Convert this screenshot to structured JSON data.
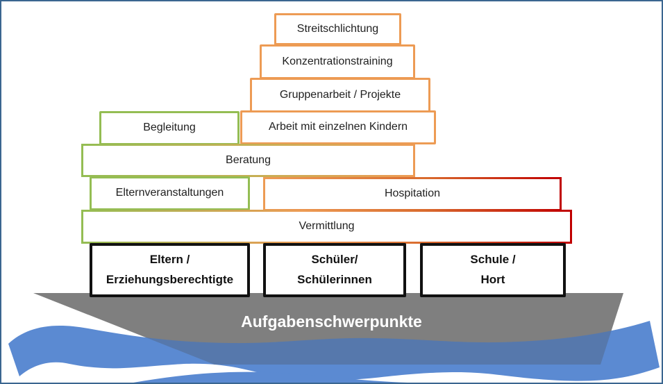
{
  "pyramid": {
    "boxes": {
      "streitschlichtung": {
        "label": "Streitschlichtung",
        "border": "orange"
      },
      "konzentrationstraining": {
        "label": "Konzentrationstraining",
        "border": "orange"
      },
      "gruppenarbeit": {
        "label": "Gruppenarbeit / Projekte",
        "border": "orange"
      },
      "begleitung": {
        "label": "Begleitung",
        "border": "green"
      },
      "arbeit_kinder": {
        "label": "Arbeit mit einzelnen Kindern",
        "border": "orange"
      },
      "beratung": {
        "label": "Beratung",
        "border": "gradient-green-orange"
      },
      "elternveranstaltungen": {
        "label": "Elternveranstaltungen",
        "border": "green"
      },
      "hospitation": {
        "label": "Hospitation",
        "border": "gradient-orange-red"
      },
      "vermittlung": {
        "label": "Vermittlung",
        "border": "gradient-green-orange-red"
      }
    },
    "groups": {
      "eltern": {
        "line1": "Eltern /",
        "line2": "Erziehungsberechtigte",
        "border": "green"
      },
      "schueler": {
        "line1": "Schüler/",
        "line2": "Schülerinnen",
        "border": "orange"
      },
      "schule": {
        "line1": "Schule /",
        "line2": "Hort",
        "border": "dark-red"
      }
    }
  },
  "ship": {
    "label": "Aufgabenschwerpunkte",
    "hull_color": "#7F7F7F",
    "water_color": "#5B8AD2"
  },
  "colors": {
    "orange": "#ED9B54",
    "green": "#94BD53",
    "red": "#C00000",
    "dark_red": "#BC4B4B",
    "frame_blue": "#3A6690",
    "text": "#1F1F1F",
    "ship_text": "#FFFFFF"
  }
}
